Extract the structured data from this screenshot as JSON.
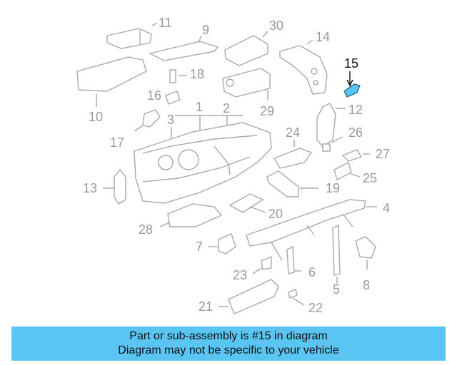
{
  "diagram": {
    "highlight_color": "#5ac5f2",
    "callouts": {
      "c1": "1",
      "c2": "2",
      "c3": "3",
      "c4": "4",
      "c5": "5",
      "c6": "6",
      "c7": "7",
      "c8": "8",
      "c9": "9",
      "c10": "10",
      "c11": "11",
      "c12": "12",
      "c13": "13",
      "c14": "14",
      "c15": "15",
      "c16": "16",
      "c17": "17",
      "c18": "18",
      "c19": "19",
      "c20": "20",
      "c21": "21",
      "c22": "22",
      "c23": "23",
      "c24": "24",
      "c25": "25",
      "c26": "26",
      "c27": "27",
      "c28": "28",
      "c29": "29",
      "c30": "30"
    }
  },
  "banner": {
    "line1": "Part or sub-assembly is #15 in diagram",
    "line2": "Diagram may not be specific to your vehicle"
  }
}
